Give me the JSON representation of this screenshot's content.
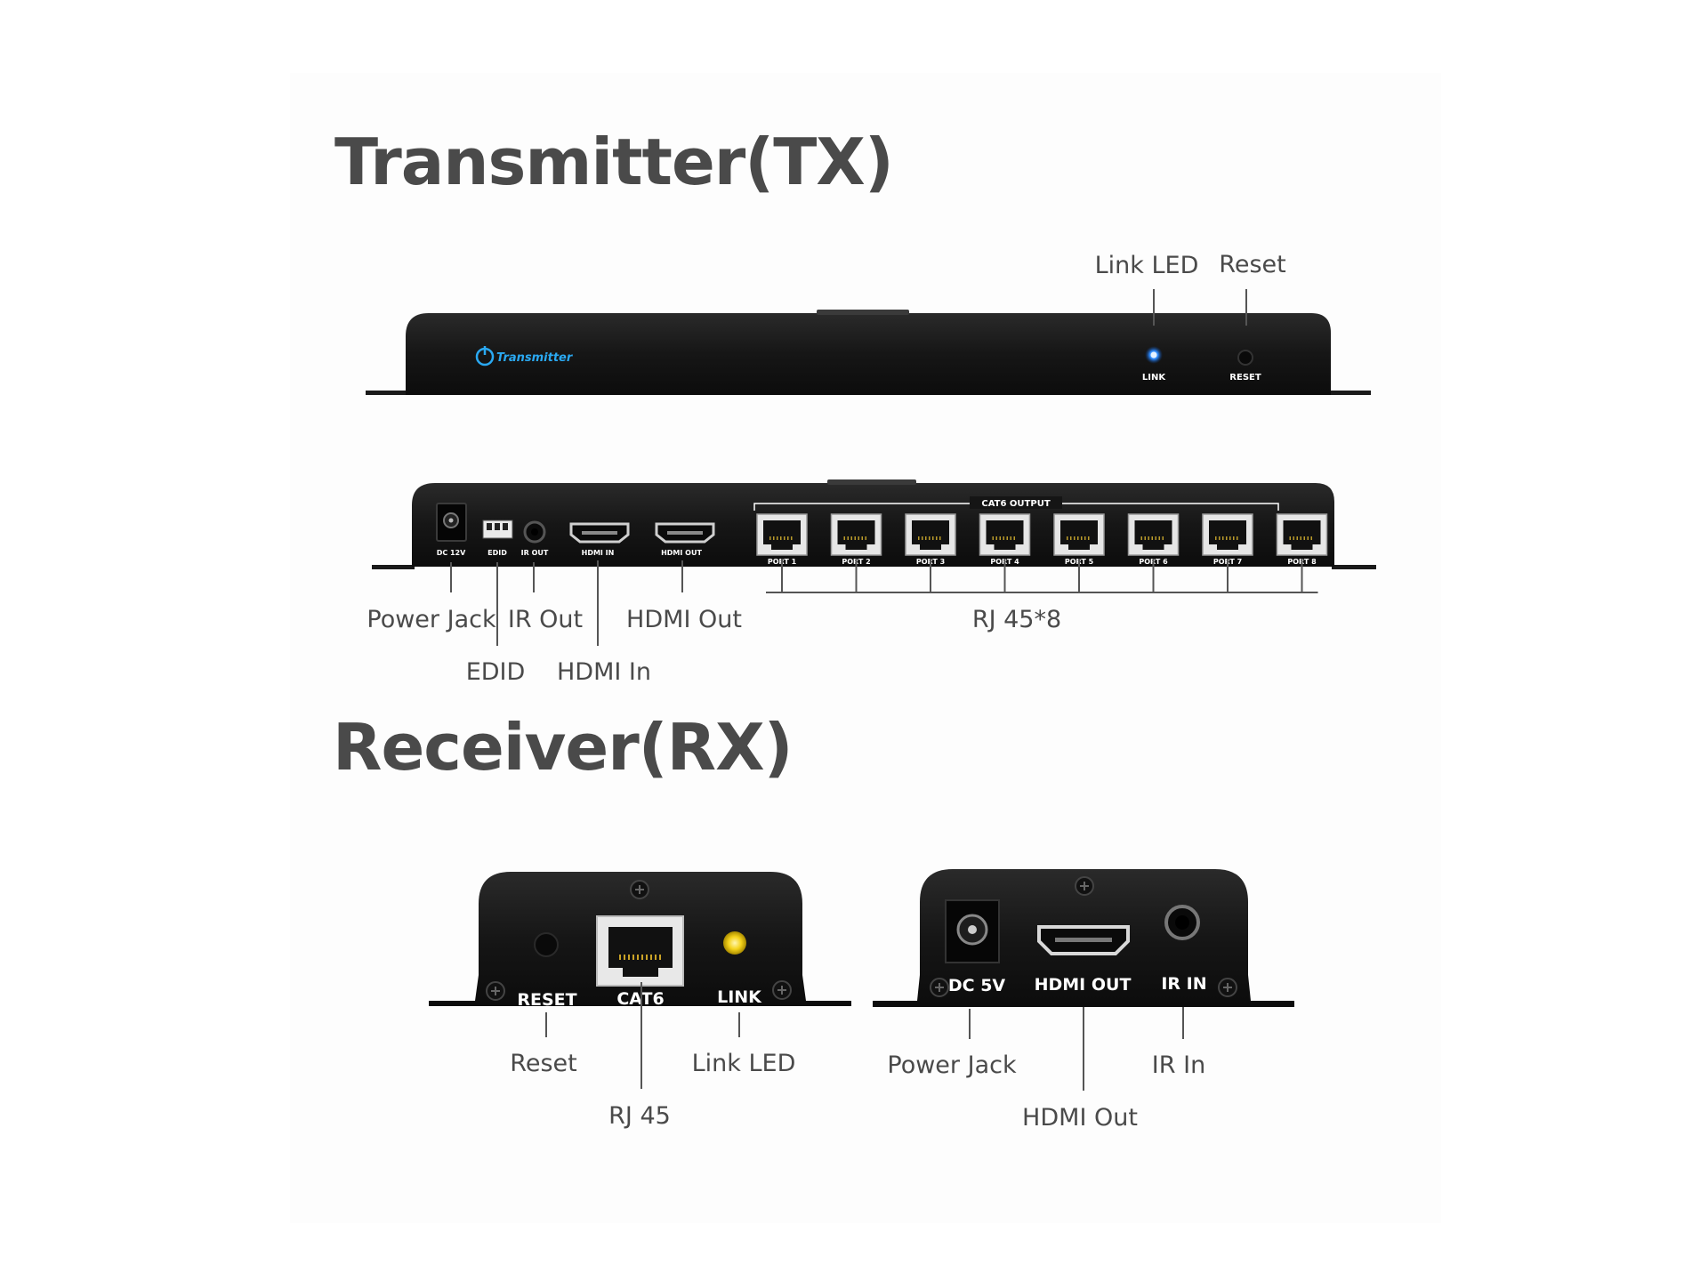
{
  "transmitter": {
    "heading": "Transmitter(TX)",
    "front_panel": {
      "brand": "Transmitter",
      "led_label": "LINK",
      "reset_label": "RESET",
      "callouts": {
        "link_led": "Link LED",
        "reset": "Reset"
      }
    },
    "rear_panel": {
      "port_labels": {
        "dc": "DC 12V",
        "edid": "EDID",
        "ir_out": "IR OUT",
        "hdmi_in": "HDMI IN",
        "hdmi_out": "HDMI OUT",
        "group": "CAT6 OUTPUT"
      },
      "rj45_ports": [
        "PORT 1",
        "PORT 2",
        "PORT 3",
        "PORT 4",
        "PORT 5",
        "PORT 6",
        "PORT 7",
        "PORT 8"
      ],
      "callouts": {
        "power_jack": "Power Jack",
        "ir_out": "IR Out",
        "hdmi_out": "HDMI Out",
        "rj45": "RJ 45*8",
        "edid": "EDID",
        "hdmi_in": "HDMI In"
      }
    }
  },
  "receiver": {
    "heading": "Receiver(RX)",
    "unit_a": {
      "labels": {
        "reset": "RESET",
        "cat6": "CAT6",
        "link": "LINK"
      },
      "callouts": {
        "reset": "Reset",
        "link_led": "Link LED",
        "rj45": "RJ 45"
      }
    },
    "unit_b": {
      "labels": {
        "dc": "DC 5V",
        "hdmi_out": "HDMI OUT",
        "ir_in": "IR IN"
      },
      "callouts": {
        "power_jack": "Power Jack",
        "ir_in": "IR In",
        "hdmi_out": "HDMI Out"
      }
    }
  },
  "colors": {
    "device_body": "#151515",
    "led_blue": "#2f8cff",
    "led_yellow": "#f4d21a",
    "brand_blue": "#2aa9f2"
  }
}
